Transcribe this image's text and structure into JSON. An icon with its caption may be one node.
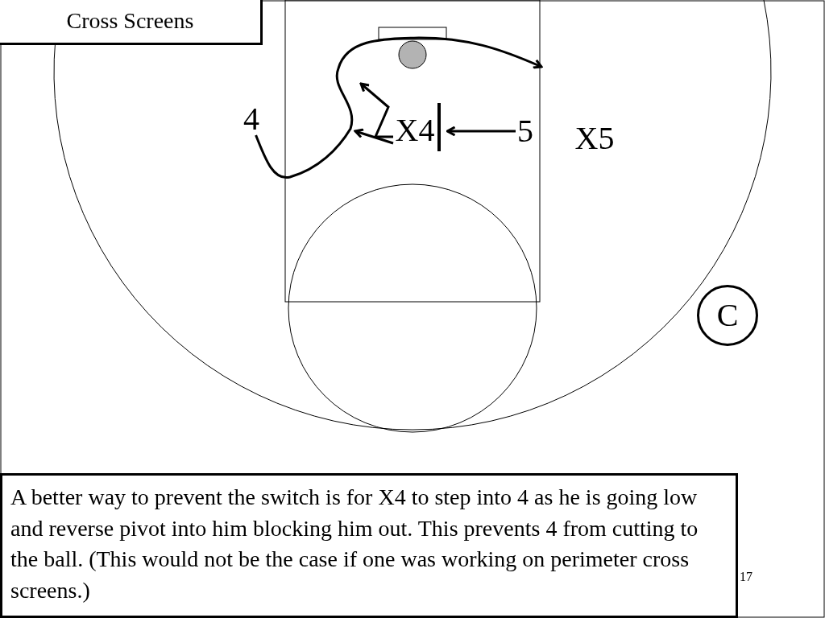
{
  "diagram": {
    "title": "Cross Screens",
    "nodes": [
      {
        "text": [
          "4"
        ]
      },
      {
        "text": [
          "X4"
        ]
      },
      {
        "text": [
          "5"
        ]
      },
      {
        "text": [
          "X5"
        ]
      },
      {
        "text": [
          "C"
        ]
      },
      {
        "text": [
          "A better way to prevent the switch is for X4 to step into 4 as he is going low and reverse pivot into him blocking him out.  This prevents 4 from cutting to the ball.  (This would not be the case if one was working on perimeter cross screens.)"
        ]
      }
    ],
    "edges": [
      {
        "from": 0,
        "to": null,
        "arrow": "to"
      },
      {
        "from": 1,
        "to": null,
        "arrow": "to"
      },
      {
        "from": 1,
        "to": null,
        "arrow": "to"
      },
      {
        "from": 2,
        "to": 1,
        "arrow": "to"
      }
    ],
    "labels": [
      "17"
    ]
  }
}
